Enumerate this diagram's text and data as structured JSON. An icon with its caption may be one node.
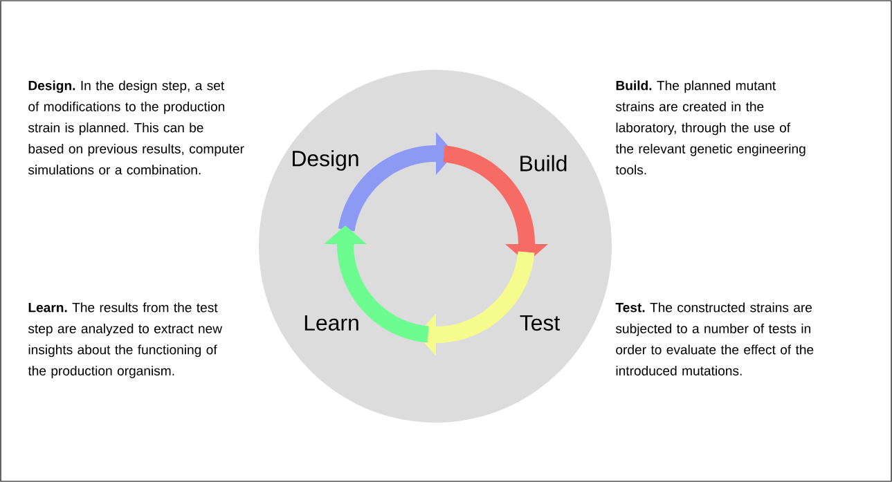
{
  "diagram": {
    "nodes": [
      {
        "text": [],
        "shape": "circle"
      },
      {
        "text": [
          "Design"
        ],
        "in": 0
      },
      {
        "text": [
          "Build"
        ],
        "in": 0
      },
      {
        "text": [
          "Learn"
        ],
        "in": 0
      },
      {
        "text": [
          "Test"
        ],
        "in": 0
      }
    ],
    "labels": [
      "**Design.** In the design step, a set of modifications to the production strain is planned. This can be based on previous results, computer simulations or a combination.",
      "**Build.** The planned mutant strains are created in the laboratory, through the use of the relevant genetic engineering tools.",
      "**Learn.** The results from the test step are analyzed to extract new insights about the functioning of the production organism.",
      "**Test.** The constructed strains are subjected to a number of tests in order to evaluate the effect of the introduced mutations."
    ]
  }
}
